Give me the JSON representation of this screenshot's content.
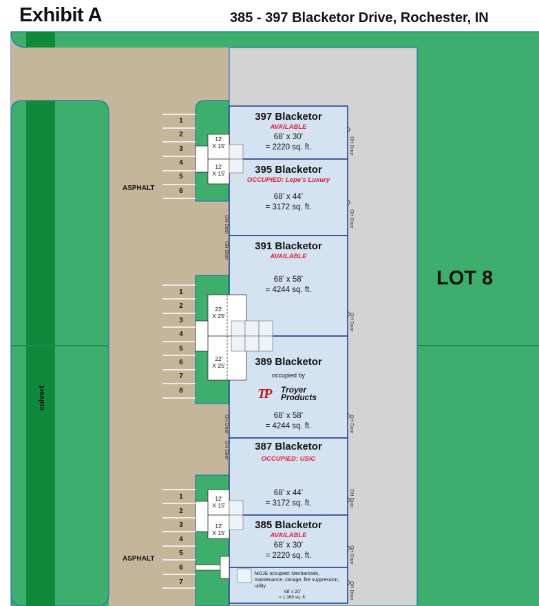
{
  "header": {
    "title": "Exhibit A",
    "address": "385 - 397  Blacketor Drive, Rochester, IN"
  },
  "map": {
    "lot_label": "LOT 8",
    "culvert_label": "culvert",
    "asphalt_label": "ASPHALT",
    "door_label": "OH Door",
    "colors": {
      "grass": "#3dae6b",
      "culvert": "#0f8a3c",
      "asphalt": "#c5b59a",
      "building": "#d4e3f2",
      "drive": "#d3d3d3",
      "border": "#1f77b4",
      "available": "#e0203a"
    }
  },
  "units": [
    {
      "name": "397 Blacketor",
      "status": "AVAILABLE",
      "dims": "68’ x 30’",
      "area": "= 2220 sq. ft."
    },
    {
      "name": "395 Blacketor",
      "status": "OCCUPIED: Lepe’s Luxury",
      "dims": "68’ x 44’",
      "area": "= 3172 sq. ft."
    },
    {
      "name": "391 Blacketor",
      "status": "AVAILABLE",
      "dims": "68’ x 58’",
      "area": "= 4244 sq. ft."
    },
    {
      "name": "389 Blacketor",
      "occupied_by": "occupied by",
      "tenant_logo": "TP",
      "tenant_name": "Troyer Products",
      "dims": "68’ x 58’",
      "area": "= 4244 sq. ft."
    },
    {
      "name": "387 Blacketor",
      "status": "OCCUPIED: USIC",
      "dims": "68’ x 44’",
      "area": "= 3172 sq. ft."
    },
    {
      "name": "385 Blacketor",
      "status": "AVAILABLE",
      "dims": "68’ x 30’",
      "area": "= 2220 sq. ft."
    }
  ],
  "moje": {
    "text": "MOJE occupied: Mechanicals, maintenance, storage, fire suppression, utility",
    "dims": "68’ x 20’",
    "area": "= 1,360 sq. ft."
  },
  "slots": [
    {
      "w": "12’",
      "h": "X 15’"
    },
    {
      "w": "12’",
      "h": "X 15’"
    },
    {
      "w": "22’",
      "h": "X 25’"
    },
    {
      "w": "22’",
      "h": "X 25’"
    },
    {
      "w": "12’",
      "h": "X 15’"
    },
    {
      "w": "12’",
      "h": "X 15’"
    }
  ],
  "parking": {
    "top": [
      "1",
      "2",
      "3",
      "4",
      "5",
      "6"
    ],
    "middle": [
      "1",
      "2",
      "3",
      "4",
      "5",
      "6",
      "7",
      "8"
    ],
    "bottom": [
      "1",
      "2",
      "3",
      "4",
      "5",
      "6",
      "7"
    ]
  }
}
